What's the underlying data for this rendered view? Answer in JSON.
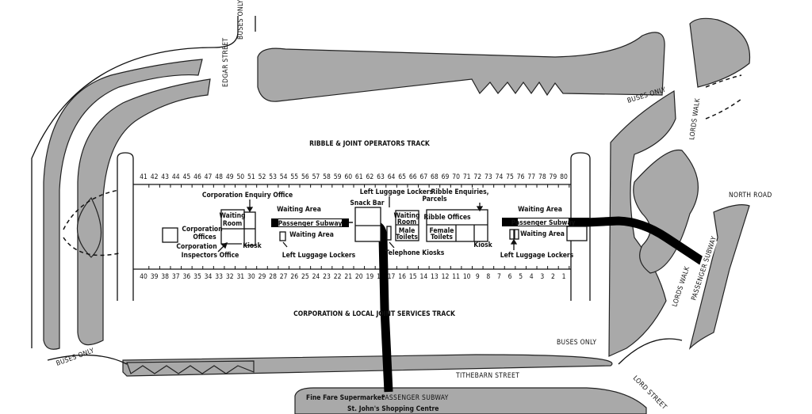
{
  "tracks": {
    "top": "RIBBLE & JOINT OPERATORS TRACK",
    "bottom": "CORPORATION & LOCAL JOINT SERVICES TRACK"
  },
  "bays": {
    "top": [
      41,
      42,
      43,
      44,
      45,
      46,
      47,
      48,
      49,
      50,
      51,
      52,
      53,
      54,
      55,
      56,
      57,
      58,
      59,
      60,
      61,
      62,
      63,
      64,
      65,
      66,
      67,
      68,
      69,
      70,
      71,
      72,
      73,
      74,
      75,
      76,
      77,
      78,
      79,
      80
    ],
    "bottom": [
      40,
      39,
      38,
      37,
      36,
      35,
      34,
      33,
      32,
      31,
      30,
      29,
      28,
      27,
      26,
      25,
      24,
      23,
      22,
      21,
      20,
      19,
      18,
      17,
      16,
      15,
      14,
      13,
      12,
      11,
      10,
      9,
      8,
      7,
      6,
      5,
      4,
      3,
      2,
      1
    ]
  },
  "facilities": {
    "corp_enquiry": "Corporation Enquiry Office",
    "waiting_room_1a": "Waiting",
    "waiting_room_1b": "Room",
    "corp_offices_a": "Corporation",
    "corp_offices_b": "Offices",
    "corp_inspectors_a": "Corporation",
    "corp_inspectors_b": "Inspectors Office",
    "kiosk_1": "Kiosk",
    "waiting_area_1": "Waiting Area",
    "subway_1": "Passenger Subway",
    "waiting_area_2": "Waiting Area",
    "lockers_1": "Left Luggage Lockers",
    "snack_bar": "Snack Bar",
    "lockers_2": "Left Luggage Lockers",
    "waiting_room_2a": "Waiting",
    "waiting_room_2b": "Room",
    "male_toilets_a": "Male",
    "male_toilets_b": "Toilets",
    "telephone_kiosks": "Telephone Kiosks",
    "ribble_enquiries": "Ribble Enquiries,",
    "parcels": "Parcels",
    "ribble_offices": "Ribble Offices",
    "female_toilets_a": "Female",
    "female_toilets_b": "Toilets",
    "kiosk_2": "Kiosk",
    "waiting_area_3": "Waiting Area",
    "subway_2": "Passenger Subway",
    "waiting_area_4": "Waiting Area",
    "lockers_3": "Left Luggage Lockers"
  },
  "streets": {
    "edgar_street": "EDGAR STREET",
    "buses_only_top": "BUSES ONLY",
    "buses_only_right": "BUSES ONLY",
    "lords_walk_top": "LORDS WALK",
    "north_road": "NORTH ROAD",
    "lords_walk_bottom": "LORDS WALK",
    "passenger_subway_right": "PASSENGER SUBWAY",
    "buses_only_left": "BUSES ONLY",
    "buses_only_bottom": "BUSES ONLY",
    "tithebarn_street": "TITHEBARN STREET",
    "lord_street": "LORD STREET",
    "fine_fare": "Fine Fare Supermarket",
    "passenger_subway_bottom": "PASSENGER SUBWAY",
    "st_johns": "St. John's Shopping Centre"
  },
  "colors": {
    "landscape": "#a9a9a9",
    "subway": "#000000"
  }
}
